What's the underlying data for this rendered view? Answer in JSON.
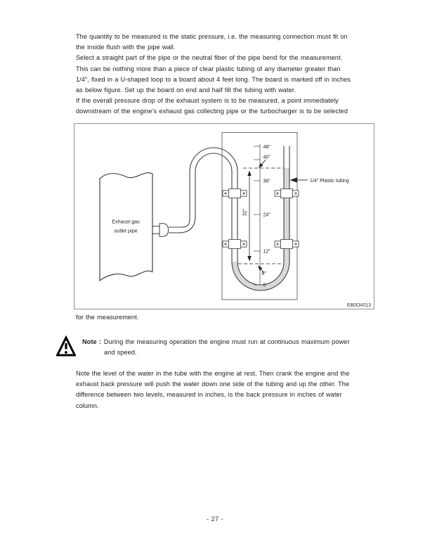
{
  "page": {
    "number": "- 27 -"
  },
  "body": {
    "p1": [
      "The quantity to be measured is the static pressure, i.e. the measuring connection must fit on",
      "the inside flush with the pipe wall."
    ],
    "p2": [
      "Select a straight part of the pipe or the neutral fiber of the pipe bend for the measurement."
    ],
    "p3": [
      "This can be nothing more than a piece of clear plastic tubing of any diameter greater than",
      "1/4\", fixed in a U-shaped loop to a board about 4 feet long. The board is marked off in inches",
      "as below figure. Set up the board on end and half fill the tubing with water."
    ],
    "p4": [
      "If the overall pressure drop of the exhaust system is to be measured, a point immediately",
      "downstream of the engine’s exhaust gas collecting pipe or the turbocharger is to be selected"
    ],
    "p4_continued": "for the measurement.",
    "p5": [
      "Note the level of the water in the tube with the engine at rest. Then crank the engine and the",
      "exhaust back pressure will push the water down one side of the tubing and up the other. The",
      "difference between two levels, measured in inches, is the back pressure in inches of water",
      "column."
    ]
  },
  "note": {
    "label": "Note :",
    "lines": [
      "During the measuring operation the engine must run at continuous maximum power",
      "and speed."
    ]
  },
  "figure": {
    "code": "EB0O4013",
    "pipe_label_line1": "Exhaust gas",
    "pipe_label_line2": "outlet pipe",
    "tubing_label": "1/4\" Plastic tubing",
    "dim_label": "32\"",
    "scale": [
      "48\"",
      "40\"",
      "36\"",
      "24\"",
      "12\"",
      "8\"",
      "0"
    ],
    "colors": {
      "water": "#d9d9d9",
      "line": "#3f3f3f"
    }
  }
}
